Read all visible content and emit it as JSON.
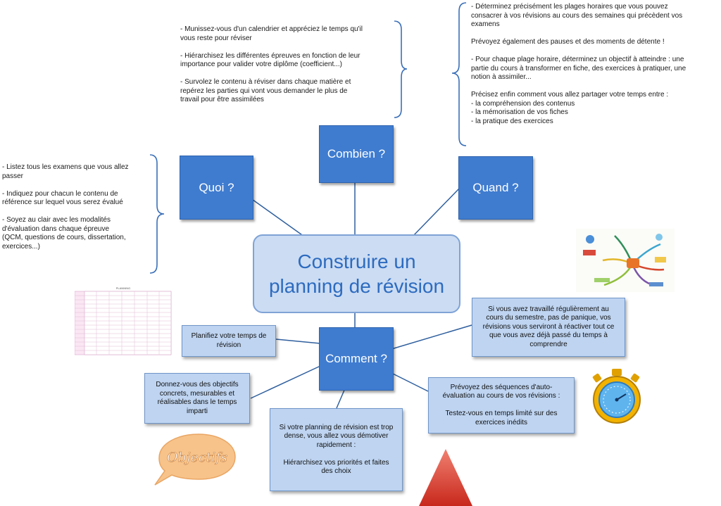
{
  "center_title": "Construire un\nplanning de révision",
  "nodes": {
    "quoi": "Quoi ?",
    "combien": "Combien ?",
    "quand": "Quand ?",
    "comment": "Comment ?"
  },
  "texts": {
    "combien": "- Munissez-vous d'un calendrier et appréciez le temps qu'il\nvous reste pour réviser\n\n- Hiérarchisez les différentes épreuves en fonction de leur\nimportance pour valider votre diplôme (coefficient...)\n\n- Survolez le contenu à réviser dans chaque matière et\nrepérez les parties qui vont vous demander le plus de\ntravail pour être assimilées",
    "quand": "- Déterminez précisément les plages horaires que vous pouvez\nconsacrer à vos révisions au cours des semaines qui précèdent vos\nexamens\n\nPrévoyez également des pauses et des moments de détente !\n\n- Pour chaque plage horaire, déterminez un objectif à atteindre : une\npartie du cours à transformer en fiche, des exercices à pratiquer, une\nnotion à assimiler...\n\nPrécisez enfin comment vous allez partager votre temps entre :\n- la compréhension des contenus\n- la mémorisation de vos fiches\n- la pratique des exercices",
    "quoi": "- Listez tous les examens que vous allez\npasser\n\n- Indiquez pour chacun le contenu de\nréférence sur lequel vous serez évalué\n\n- Soyez au clair avec les modalités\nd'évaluation dans chaque épreuve\n(QCM, questions de cours, dissertation,\nexercices...)"
  },
  "notes": {
    "planifiez": "Planifiez votre temps de\nrévision",
    "donnez": "Donnez-vous des objectifs\nconcrets, mesurables et\nréalisables dans le temps\nimparti",
    "trop_dense": "Si votre planning de révision est trop\ndense, vous allez vous démotiver\nrapidement :\n\nHiérarchisez vos priorités et faites\ndes choix",
    "autoeval": "Prévoyez des séquences d'auto-\névaluation au cours de vos révisions :\n\nTestez-vous en temps limité sur des\nexercices inédits",
    "regulier": "Si vous avez travaillé régulièrement au\ncours du semestre, pas de panique, vos\nrévisions vous serviront à réactiver tout ce\nque vous avez déjà passé du temps à\ncomprendre"
  },
  "images": {
    "planning_title": "PLANNING",
    "objectifs_label": "Objectifs"
  },
  "colors": {
    "node_blue": "#3f7cd0",
    "note_blue": "#bed4f1",
    "center_fill": "#cbdcf3",
    "center_text": "#2d6bbf",
    "brace_blue": "#3a6fb8"
  }
}
